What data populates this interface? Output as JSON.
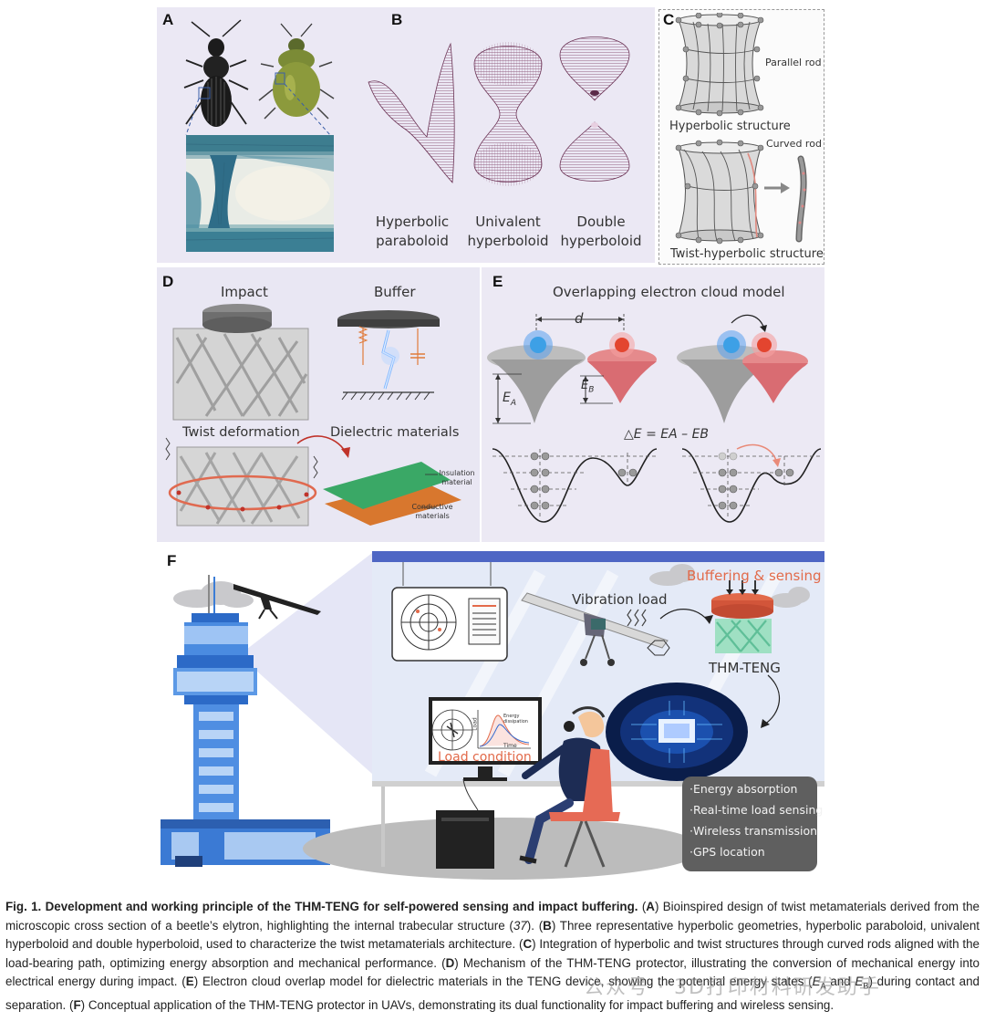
{
  "panels": {
    "a": {
      "label": "A"
    },
    "b": {
      "label": "B",
      "shapes": [
        {
          "line1": "Hyperbolic",
          "line2": "paraboloid"
        },
        {
          "line1": "Univalent",
          "line2": "hyperboloid"
        },
        {
          "line1": "Double",
          "line2": "hyperboloid"
        }
      ]
    },
    "c": {
      "label": "C",
      "parallel_rod": "Parallel rod",
      "hyperbolic_structure": "Hyperbolic structure",
      "curved_rod": "Curved rod",
      "twist_structure": "Twist-hyperbolic structure"
    },
    "d": {
      "label": "D",
      "impact": "Impact",
      "buffer": "Buffer",
      "twist_deformation": "Twist deformation",
      "dielectric_materials": "Dielectric materials",
      "insulation_line1": "Insulation",
      "insulation_line2": "material",
      "conductive_line1": "Conductive",
      "conductive_line2": "materials"
    },
    "e": {
      "label": "E",
      "title": "Overlapping electron cloud model",
      "d_symbol": "d",
      "ea": "E",
      "ea_sub": "A",
      "eb": "E",
      "eb_sub": "B",
      "delta_equation": "△E = EA – EB"
    },
    "f": {
      "label": "F",
      "buffering_sensing": "Buffering & sensing",
      "vibration_load": "Vibration load",
      "thm_teng": "THM-TENG",
      "load_condition": "Load condition",
      "screen_load": "Load",
      "screen_time": "Time",
      "screen_energy_line1": "Energy",
      "screen_energy_line2": "dissipation",
      "features": [
        "·Energy absorption",
        "·Real-time load sensing",
        "·Wireless transmission",
        "·GPS location"
      ]
    }
  },
  "caption": {
    "prefix": "Fig. 1. Development and working principle of the THM-TENG for self-powered sensing and impact buffering.",
    "a_label": "A",
    "a_text": "Bioinspired design of twist metamaterials derived from the microscopic cross section of a beetle’s elytron, highlighting the internal trabecular structure (",
    "a_ref": "37",
    "a_close": ").",
    "b_label": "B",
    "b_text": "Three representative hyperbolic geometries, hyperbolic paraboloid, univalent hyperboloid and double hyperboloid, used to characterize the twist metamaterials architecture.",
    "c_label": "C",
    "c_text": "Integration of hyperbolic and twist structures through curved rods aligned with the load-bearing path, optimizing energy absorption and mechanical performance.",
    "d_label": "D",
    "d_text": "Mechanism of the THM-TENG protector, illustrating the conversion of mechanical energy into electrical energy during impact.",
    "e_label": "E",
    "e_text1": "Electron cloud overlap model for dielectric materials in the TENG device, showing the potential energy states (",
    "e_ea": "E",
    "e_ea_sub": "A",
    "e_and": "and",
    "e_eb": "E",
    "e_eb_sub": "B",
    "e_text2": ") during contact and separation.",
    "f_label": "F",
    "f_text": "Conceptual application of the THM-TENG protector in UAVs, demonstrating its dual functionality for impact buffering and wireless sensing."
  },
  "watermark": "公众号 · 3D打印材料研发助手",
  "colors": {
    "panel_bg": "#ebe8f3",
    "panel_f_bg": "#dfe4f3",
    "accent_red": "#e26a4a",
    "beetle_stain": "#3a7a9a",
    "hyperboloid": "#8a4a6a",
    "tower_blue": "#3e7fd0",
    "dark_card": "#5f5f5f"
  }
}
